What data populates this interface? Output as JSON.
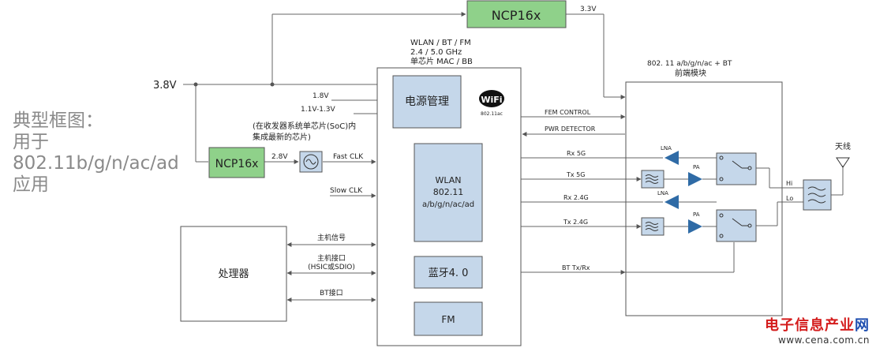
{
  "side_title": [
    "典型框图：",
    "用于",
    "802.11b/g/n/ac/ad",
    "应用"
  ],
  "ncp_top": "NCP16x",
  "ncp_left": "NCP16x",
  "v_3v3": "3.3V",
  "v_3v8": "3.8V",
  "v_1v8": "1.8V",
  "v_core": "1.1V-1.3V",
  "v_2v8": "2.8V",
  "soc_note": [
    "(在收发器系统单芯片(SoC)内",
    "集成最新的芯片)"
  ],
  "soc_title": [
    "WLAN / BT / FM",
    "2.4 / 5.0 GHz",
    "单芯片 MAC / BB"
  ],
  "power_mgmt": "电源管理",
  "wifi_logo": "WiFi",
  "wifi_sub": "802.11ac",
  "wlan_block": [
    "WLAN",
    "802.11",
    "a/b/g/n/ac/ad"
  ],
  "bt_block": "蓝牙4. 0",
  "fm_block": "FM",
  "fast_clk": "Fast CLK",
  "slow_clk": "Slow CLK",
  "processor": "处理器",
  "host_signal": "主机信号",
  "host_if": [
    "主机接口",
    "(HSIC或SDIO)"
  ],
  "bt_if": "BT接口",
  "fem_title": [
    "802. 11 a/b/g/n/ac + BT",
    "前端模块"
  ],
  "fem_control": "FEM CONTROL",
  "pwr_detector": "PWR DETECTOR",
  "rx5g": "Rx 5G",
  "tx5g": "Tx 5G",
  "rx24g": "Rx 2.4G",
  "tx24g": "Tx 2.4G",
  "bt_txrx": "BT Tx/Rx",
  "lna": "LNA",
  "pa": "PA",
  "hi": "Hi",
  "lo": "Lo",
  "antenna": "天线",
  "watermark_cn_red": "电子信息产业",
  "watermark_cn_blue": "网",
  "watermark_url": "www.cena.com.cn",
  "colors": {
    "green": "#8fd18a",
    "lightblue": "#c5d7ea",
    "line": "#666666"
  }
}
